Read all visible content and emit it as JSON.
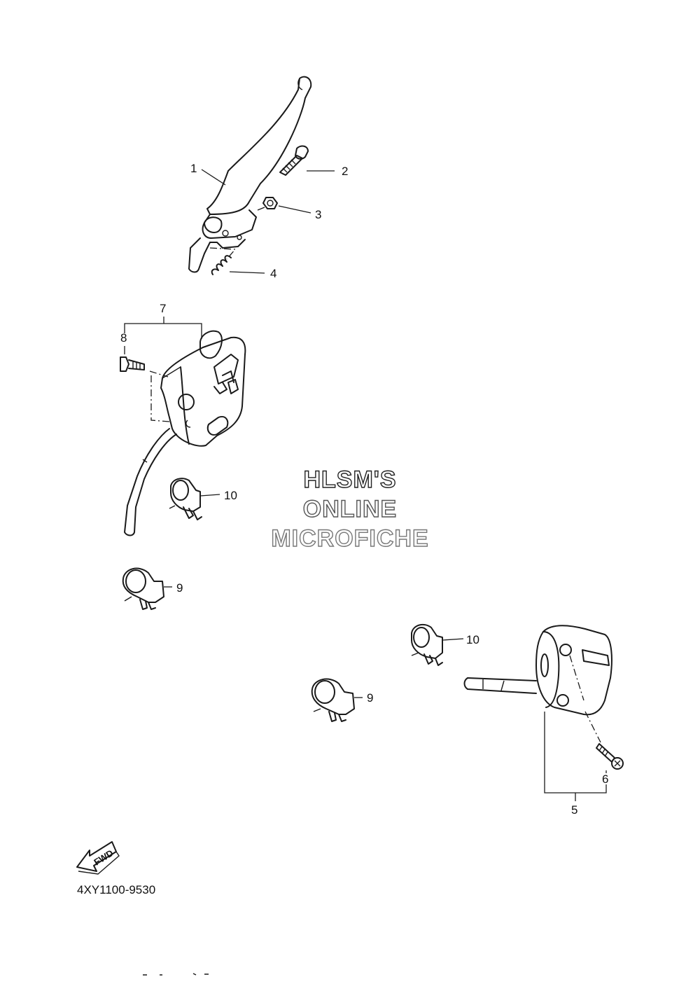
{
  "callouts": {
    "c1": "1",
    "c2": "2",
    "c3": "3",
    "c4": "4",
    "c5": "5",
    "c6": "6",
    "c7": "7",
    "c8": "8",
    "c9a": "9",
    "c9b": "9",
    "c10a": "10",
    "c10b": "10"
  },
  "watermark": {
    "line1": "HLSM'S",
    "line2": "ONLINE",
    "line3": "MICROFICHE",
    "colors": {
      "line1": "#222222",
      "line2": "#555555",
      "line3": "#777777"
    }
  },
  "fwd_arrow": {
    "label": "FWD",
    "icon": "fwd-arrow-icon"
  },
  "diagram_code": "4XY1100-9530"
}
